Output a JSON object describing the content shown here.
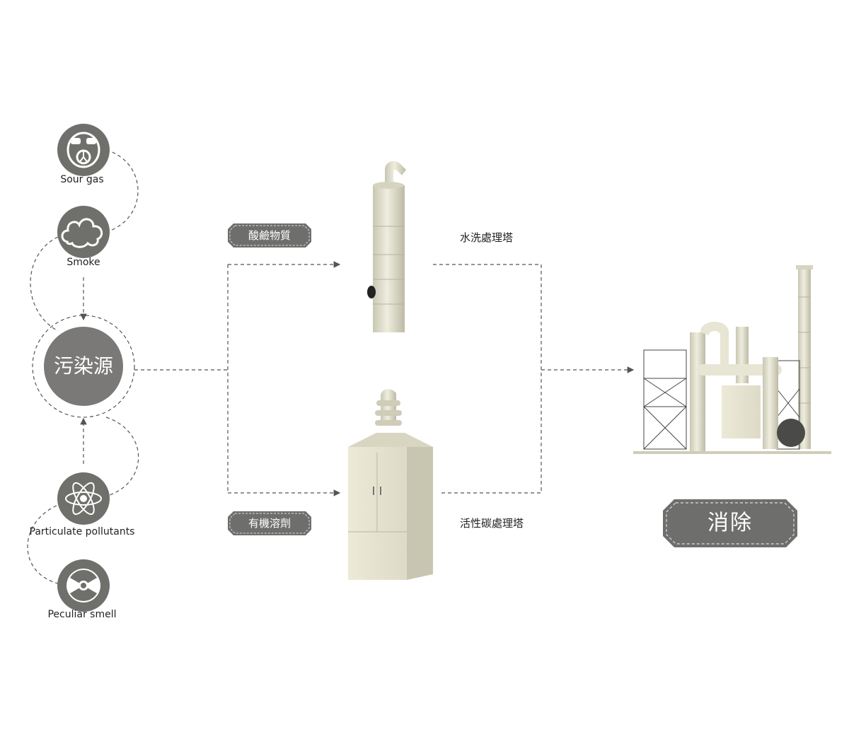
{
  "sources": [
    {
      "label": "Sour gas",
      "icon": "gas-mask-icon"
    },
    {
      "label": "Smoke",
      "icon": "smoke-cloud-icon"
    },
    {
      "label": "Particulate pollutants",
      "icon": "atom-icon"
    },
    {
      "label": "Peculiar smell",
      "icon": "radiation-icon"
    }
  ],
  "center_label": "污染源",
  "tags": {
    "upper": "酸鹼物質",
    "lower": "有機溶劑"
  },
  "equipment": {
    "upper": "水洗處理塔",
    "lower": "活性碳處理塔"
  },
  "result": "消除",
  "colors": {
    "node": "#7a7977",
    "equipment": "#e4e2cf",
    "line": "#555555"
  }
}
